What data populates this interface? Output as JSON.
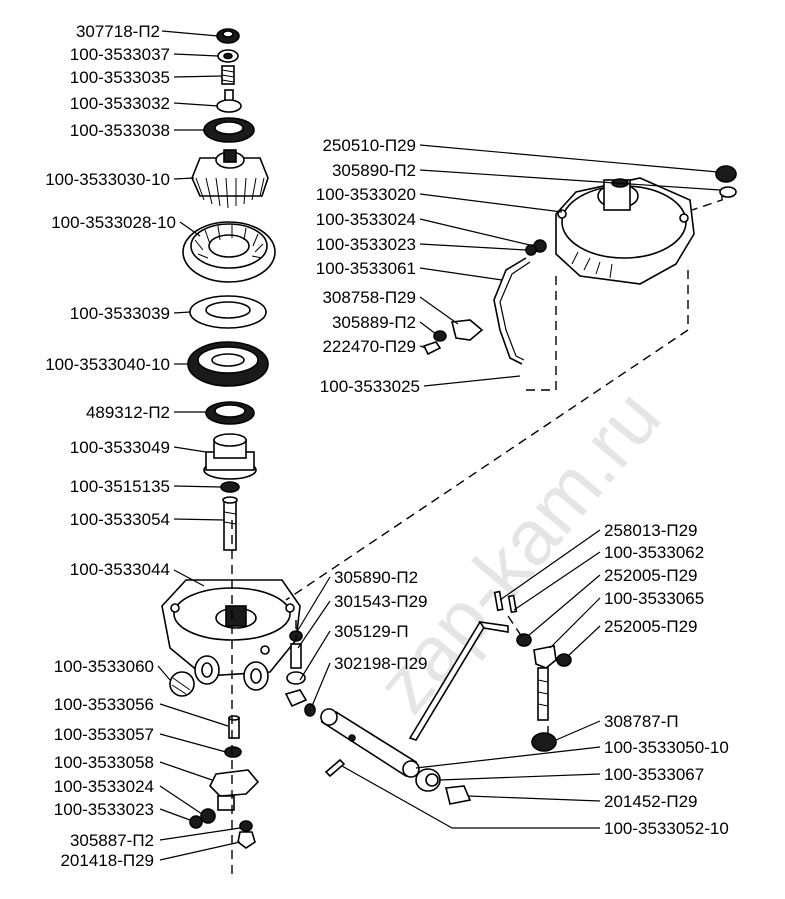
{
  "watermark": "zap-kam.ru",
  "labels": [
    "307718-П2",
    "100-3533037",
    "100-3533035",
    "100-3533032",
    "100-3533038",
    "100-3533030-10",
    "100-3533028-10",
    "100-3533039",
    "100-3533040-10",
    "489312-П2",
    "100-3533049",
    "100-3515135",
    "100-3533054",
    "100-3533044",
    "100-3533060",
    "100-3533056",
    "100-3533057",
    "100-3533058",
    "100-3533024",
    "100-3533023",
    "305887-П2",
    "201418-П29",
    "250510-П29",
    "305890-П2",
    "100-3533020",
    "100-3533024",
    "100-3533023",
    "100-3533061",
    "308758-П29",
    "305889-П2",
    "222470-П29",
    "100-3533025",
    "305890-П2",
    "301543-П29",
    "305129-П",
    "302198-П29",
    "258013-П29",
    "100-3533062",
    "252005-П29",
    "100-3533065",
    "252005-П29",
    "308787-П",
    "100-3533050-10",
    "100-3533067",
    "201452-П29",
    "100-3533052-10"
  ]
}
